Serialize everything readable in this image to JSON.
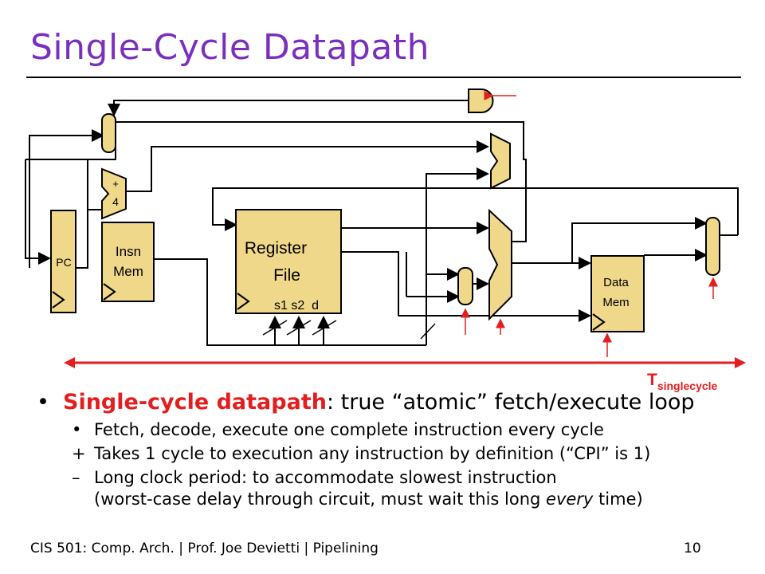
{
  "slide": {
    "title": "Single-Cycle Datapath",
    "page_number": "10",
    "footer": "CIS 501: Comp. Arch.  |  Prof. Joe Devietti  |  Pipelining"
  },
  "diagram": {
    "pc_label": "PC",
    "adder_plus": "+",
    "adder_four": "4",
    "insn_mem_line1": "Insn",
    "insn_mem_line2": "Mem",
    "regfile_line1": "Register",
    "regfile_line2": "File",
    "regfile_ports": "s1 s2  d",
    "data_mem_line1": "Data",
    "data_mem_line2": "Mem",
    "timing_label": "T",
    "timing_subscript": "singlecycle",
    "colors": {
      "component_fill": "#f0d88a",
      "timing_arrow": "#e41e1e",
      "control_arrow": "#e41e1e"
    }
  },
  "bullets": {
    "main_prefix": "Single-cycle datapath",
    "main_rest": ": true “atomic” fetch/execute loop",
    "subs": [
      {
        "marker": "•",
        "text": "Fetch, decode, execute one complete instruction every cycle"
      },
      {
        "marker": "+",
        "text": "Takes 1 cycle to execution any instruction by definition (“CPI” is 1)"
      }
    ],
    "last_sub": {
      "marker": "–",
      "line1": "Long clock period: to accommodate slowest instruction",
      "line2_pre": "(worst-case delay through circuit, must wait this long ",
      "line2_em": "every",
      "line2_post": " time)"
    }
  }
}
